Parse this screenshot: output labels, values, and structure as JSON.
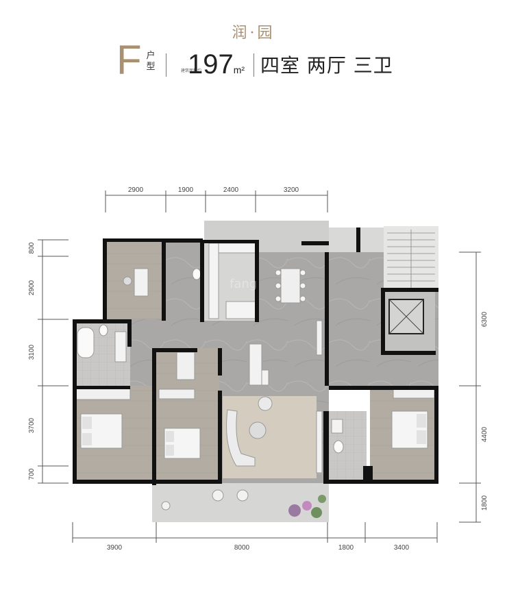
{
  "brand": "润·园",
  "type_letter": "F",
  "type_suffix": [
    "户",
    "型"
  ],
  "area_caption": "建筑面积约",
  "area_value": "197",
  "area_unit": "m²",
  "layout": "四室 两厅 三卫",
  "dimensions": {
    "top": [
      "2900",
      "1900",
      "2400",
      "3200"
    ],
    "bottom": [
      "3900",
      "8000",
      "1800",
      "3400"
    ],
    "left": [
      "800",
      "2900",
      "3100",
      "3700",
      "700"
    ],
    "right": [
      "6300",
      "4400",
      "1800"
    ]
  },
  "watermark": "fang",
  "colors": {
    "brand": "#a89070",
    "wall": "#111111",
    "floor_stone": "#a9a8a6",
    "floor_wood": "#b3aca2",
    "balcony": "#d6d6d5"
  }
}
